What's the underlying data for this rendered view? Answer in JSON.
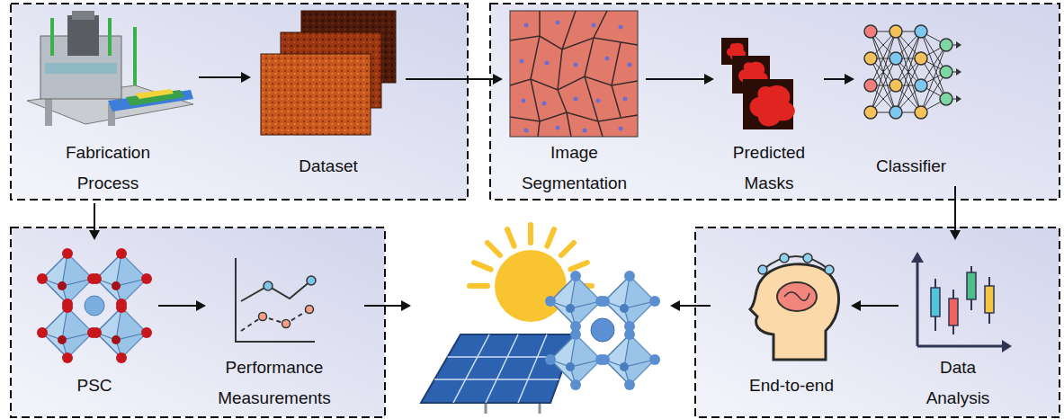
{
  "diagram": {
    "nodes": [
      {
        "text": [
          "Fabrication Process"
        ]
      },
      {
        "text": [
          "Dataset"
        ]
      },
      {
        "text": [
          "Image Segmentation"
        ]
      },
      {
        "text": [
          "Predicted Masks"
        ]
      },
      {
        "text": [
          "Classifier"
        ]
      },
      {
        "text": [
          "PSC"
        ]
      },
      {
        "text": [
          "Performance Measurements"
        ]
      },
      {
        "text": [
          "End-to-end"
        ]
      },
      {
        "text": [
          "Data Analysis"
        ]
      }
    ],
    "edges": [
      {
        "from": 0,
        "to": 1,
        "arrow": "to"
      },
      {
        "from": 1,
        "to": 2,
        "arrow": "to"
      },
      {
        "from": 2,
        "to": 3,
        "arrow": "to"
      },
      {
        "from": 3,
        "to": 4,
        "arrow": "to"
      },
      {
        "from": 4,
        "to": 8,
        "arrow": "to"
      },
      {
        "from": 8,
        "to": 7,
        "arrow": "to"
      },
      {
        "from": 0,
        "to": 5,
        "arrow": "to"
      },
      {
        "from": 5,
        "to": 6,
        "arrow": "to"
      }
    ]
  }
}
